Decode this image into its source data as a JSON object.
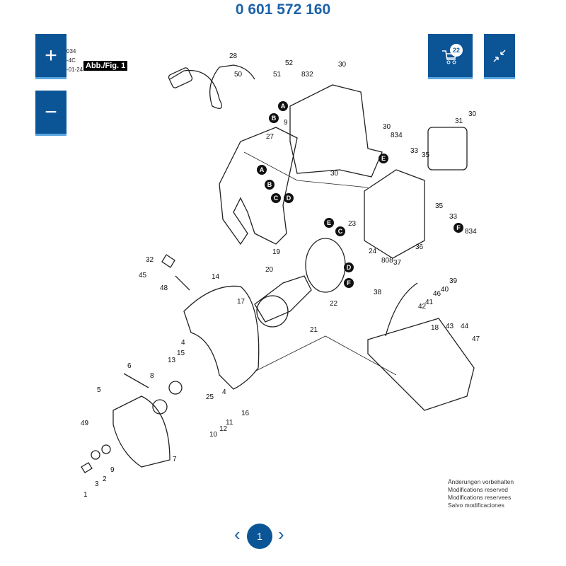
{
  "title": "0 601 572 160",
  "meta": {
    "line1": "034",
    "line2": "-4C",
    "line3": "-01-24"
  },
  "figure_label": "Abb./Fig. 1",
  "toolbar": {
    "zoom_in": "+",
    "zoom_out": "−",
    "cart_count": "22"
  },
  "note": [
    "Änderungen vorbehalten",
    "Modifications reserved",
    "Modifications reservees",
    "Salvo modificaciones"
  ],
  "pagination": {
    "prev": "‹",
    "current": "1",
    "next": "›"
  },
  "labels": [
    "28",
    "50",
    "51",
    "52",
    "832",
    "30",
    "9",
    "27",
    "30",
    "834",
    "33",
    "35",
    "31",
    "30",
    "30",
    "35",
    "33",
    "834",
    "23",
    "24",
    "36",
    "37",
    "808",
    "19",
    "20",
    "32",
    "45",
    "48",
    "14",
    "17",
    "22",
    "21",
    "38",
    "39",
    "40",
    "46",
    "41",
    "42",
    "18",
    "43",
    "44",
    "47",
    "4",
    "15",
    "13",
    "6",
    "8",
    "4",
    "25",
    "5",
    "49",
    "10",
    "12",
    "11",
    "16",
    "7",
    "1",
    "3",
    "2",
    "9"
  ],
  "letters": [
    "A",
    "B",
    "A",
    "B",
    "C",
    "D",
    "E",
    "C",
    "D",
    "F",
    "E",
    "F"
  ]
}
